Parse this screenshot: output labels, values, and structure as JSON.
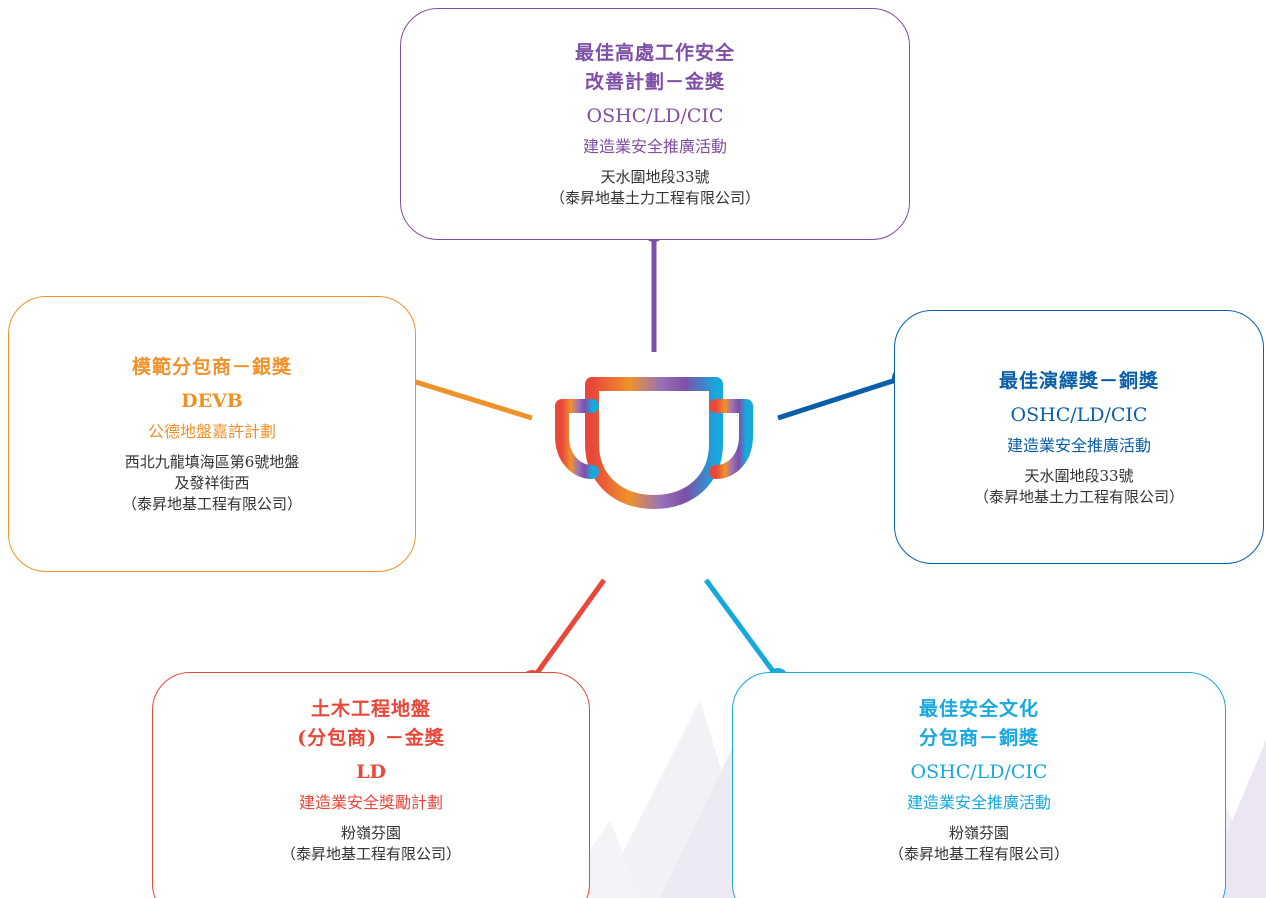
{
  "colors": {
    "purple": "#7e4fa6",
    "orange": "#f0922b",
    "navy": "#0a5fa8",
    "red": "#e8473a",
    "cyan": "#17a8de",
    "body_text": "#333333"
  },
  "icon": "trophy-icon",
  "awards": {
    "top": {
      "title_lines": [
        "最佳高處工作安全",
        "改善計劃－金獎"
      ],
      "organizer": "OSHC/LD/CIC",
      "campaign": "建造業安全推廣活動",
      "site": "天水圍地段33號",
      "company": "（泰昇地基土力工程有限公司）"
    },
    "left": {
      "title_lines": [
        "模範分包商－銀獎"
      ],
      "organizer": "DEVB",
      "campaign": "公德地盤嘉許計劃",
      "site_lines": [
        "西北九龍填海區第6號地盤",
        "及發祥街西"
      ],
      "company": "（泰昇地基工程有限公司）"
    },
    "right": {
      "title_lines": [
        "最佳演繹獎－銅獎"
      ],
      "organizer": "OSHC/LD/CIC",
      "campaign": "建造業安全推廣活動",
      "site": "天水圍地段33號",
      "company": "（泰昇地基土力工程有限公司）"
    },
    "bottom_left": {
      "title_lines": [
        "土木工程地盤",
        "(分包商) －金獎"
      ],
      "organizer": "LD",
      "campaign": "建造業安全獎勵計劃",
      "site": "粉嶺芬園",
      "company": "（泰昇地基工程有限公司）"
    },
    "bottom_right": {
      "title_lines": [
        "最佳安全文化",
        "分包商－銅獎"
      ],
      "organizer": "OSHC/LD/CIC",
      "campaign": "建造業安全推廣活動",
      "site": "粉嶺芬園",
      "company": "（泰昇地基工程有限公司）"
    }
  }
}
